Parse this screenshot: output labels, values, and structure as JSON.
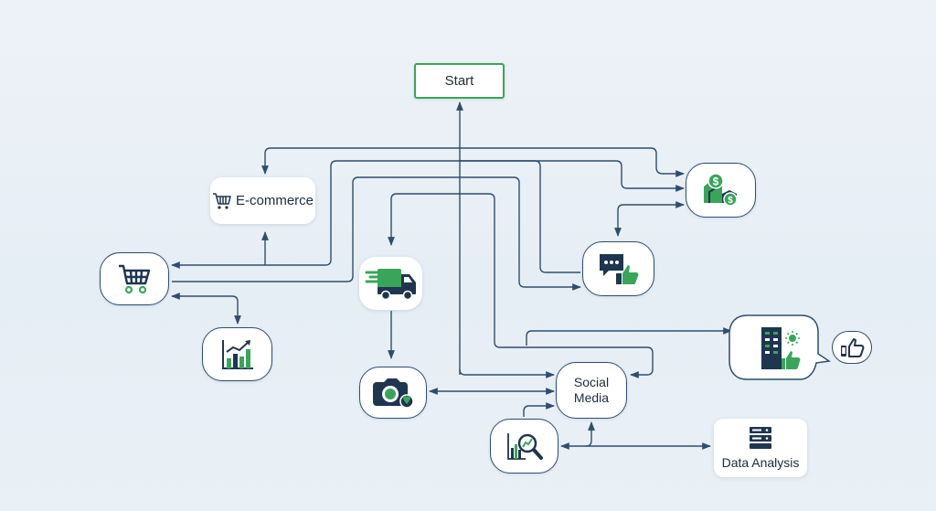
{
  "nodes": {
    "start": {
      "label": "Start"
    },
    "ecommerce": {
      "label": "E-commerce",
      "icon": "shopping-cart-icon"
    },
    "shopping_cart": {
      "icon": "shopping-cart-icon"
    },
    "growth_chart": {
      "icon": "bar-chart-growth-icon"
    },
    "delivery": {
      "icon": "delivery-truck-icon"
    },
    "camera": {
      "icon": "camera-icon"
    },
    "social_media": {
      "line1": "Social",
      "line2": "Media"
    },
    "analysis": {
      "icon": "magnifier-chart-icon"
    },
    "data_analysis": {
      "label": "Data Analysis",
      "icon": "server-icon"
    },
    "finance": {
      "icon": "money-bag-icon"
    },
    "feedback": {
      "icon": "chat-thumbs-up-icon"
    },
    "company": {
      "icon": "building-thumbs-up-icon"
    },
    "like": {
      "icon": "phone-thumbs-up-icon"
    }
  },
  "colors": {
    "line": "#2f4d6e",
    "accent_green": "#3aa55a",
    "dark_navy": "#1f3550"
  }
}
